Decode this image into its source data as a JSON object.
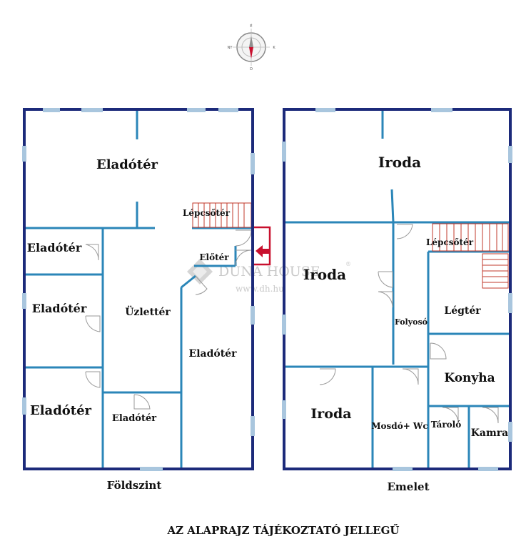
{
  "compass": {
    "north": "É",
    "south": "D",
    "west": "NY",
    "east": "K"
  },
  "watermark": {
    "brand": "DUNA HOUSE",
    "reg": "®",
    "url": "www.dh.hu"
  },
  "floors": [
    {
      "caption": "Földszint",
      "rooms": {
        "top": "Eladótér",
        "stairs": "Lépcsőtér",
        "left1": "Eladótér",
        "left2": "Eladótér",
        "left3": "Eladótér",
        "vestibule": "Előtér",
        "shop": "Üzlettér",
        "right": "Eladótér",
        "small": "Eladótér"
      }
    },
    {
      "caption": "Emelet",
      "rooms": {
        "office_top": "Iroda",
        "stairs": "Lépcsőtér",
        "office_mid": "Iroda",
        "corridor": "Folyosó",
        "airspace": "Légtér",
        "kitchen": "Konyha",
        "office_bottom": "Iroda",
        "bathroom": "Mosdó+ Wc",
        "storage": "Tároló",
        "pantry": "Kamra"
      }
    }
  ],
  "footer_note": "AZ ALAPRAJZ TÁJÉKOZTATÓ JELLEGŰ",
  "colors": {
    "outer_wall": "#1c2a7a",
    "inner_wall": "#2b86b8",
    "window": "#a9c6de",
    "door_arc": "#9a9a9a",
    "stairs": "#c0392b",
    "arrow": "#c8102e"
  }
}
